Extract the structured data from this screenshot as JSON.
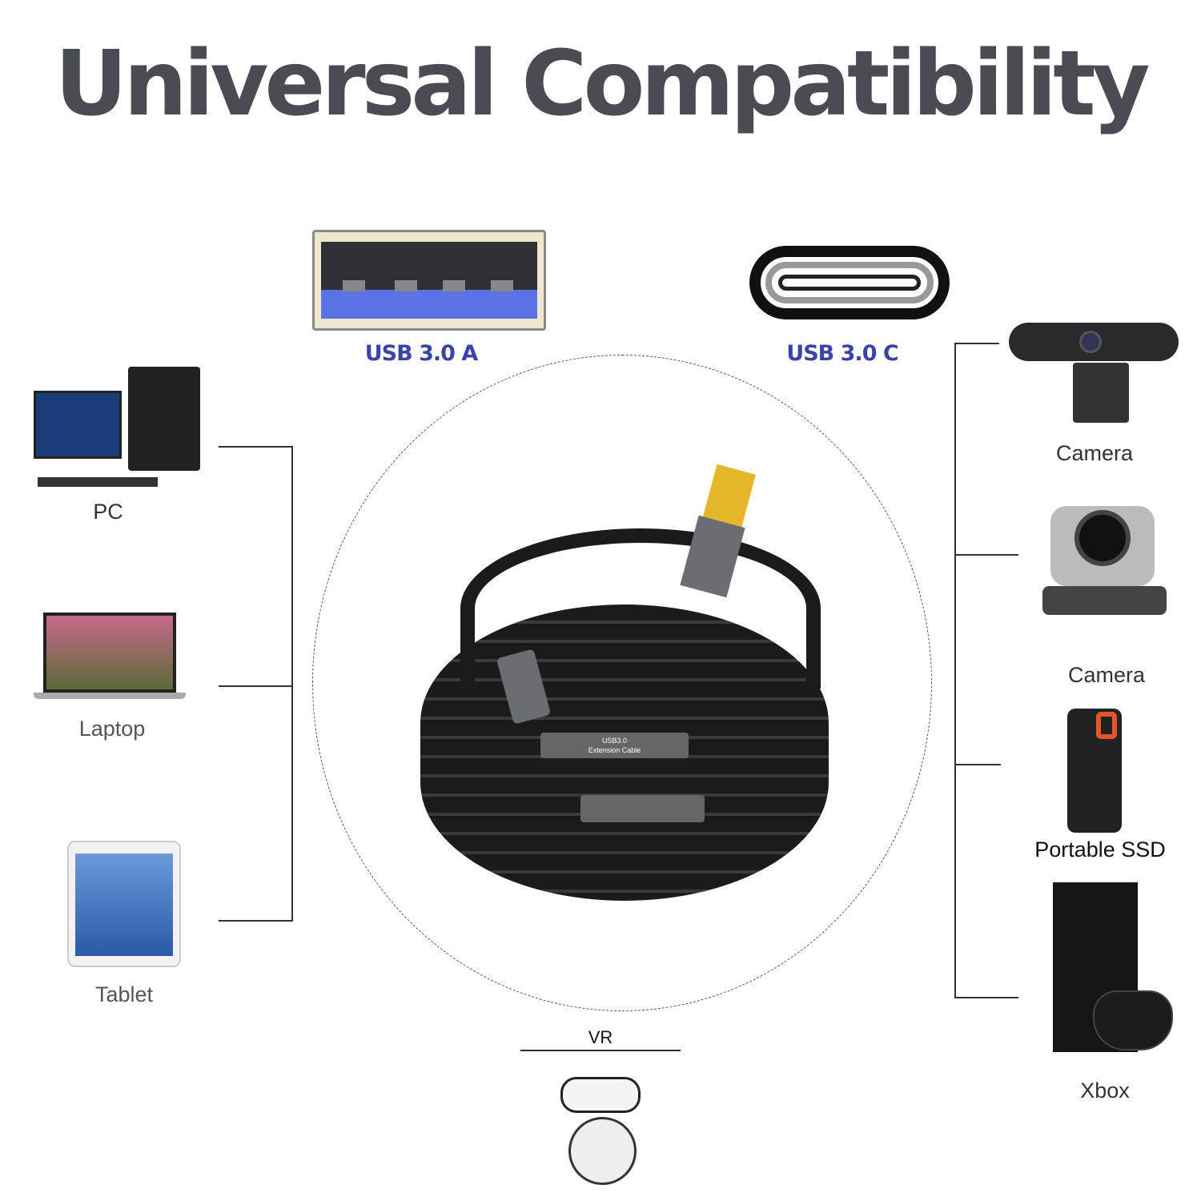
{
  "title": "Universal Compatibility",
  "ports": [
    {
      "label": "USB 3.0 A"
    },
    {
      "label": "USB 3.0 C"
    }
  ],
  "devices_left": [
    {
      "label": "PC",
      "icon": "desktop-pc-icon"
    },
    {
      "label": "Laptop",
      "icon": "laptop-icon"
    },
    {
      "label": "Tablet",
      "icon": "tablet-icon"
    }
  ],
  "devices_right": [
    {
      "label": "Camera",
      "icon": "webcam-icon"
    },
    {
      "label": "Camera",
      "icon": "ptz-camera-icon"
    },
    {
      "label": "Portable SSD",
      "icon": "portable-ssd-icon"
    },
    {
      "label": "Xbox",
      "icon": "xbox-console-icon"
    }
  ],
  "device_bottom": {
    "label": "VR",
    "icon": "vr-headset-icon"
  },
  "cable": {
    "box_text_1": "USB3.0",
    "box_text_2": "Extension Cable"
  },
  "colors": {
    "title": "#4b4b53",
    "port_label": "#3a44a8",
    "usb_a_blue": "#5a72e6"
  }
}
